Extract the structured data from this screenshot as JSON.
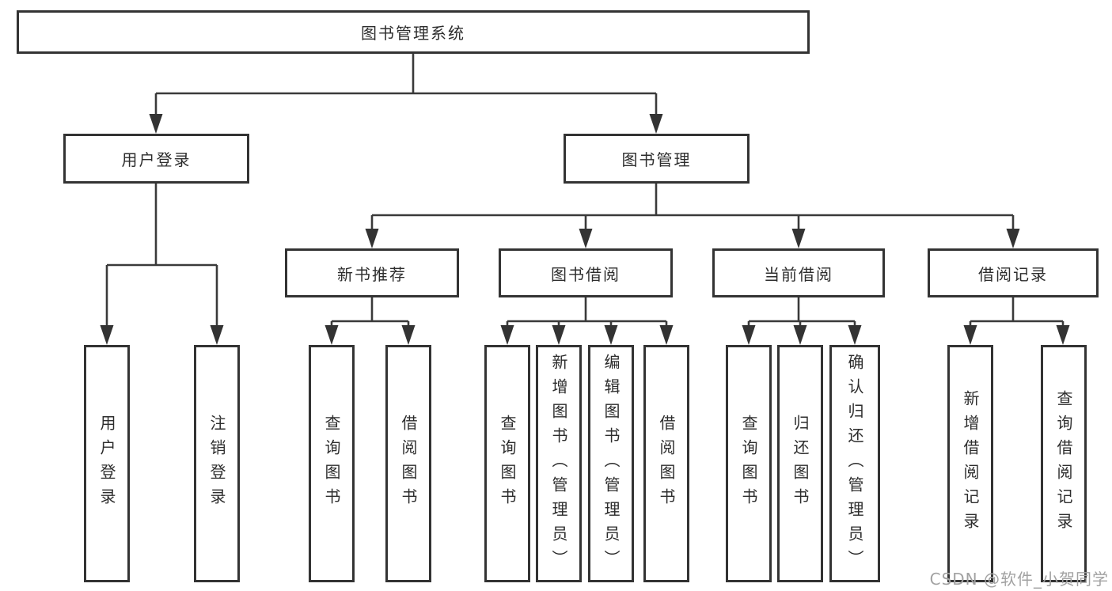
{
  "diagram": {
    "root": {
      "label": "图书管理系统"
    },
    "branches": [
      {
        "label": "用户登录",
        "children": [
          {
            "label": "用户登录"
          },
          {
            "label": "注销登录"
          }
        ]
      },
      {
        "label": "图书管理",
        "children": [
          {
            "label": "新书推荐",
            "children": [
              {
                "label": "查询图书"
              },
              {
                "label": "借阅图书"
              }
            ]
          },
          {
            "label": "图书借阅",
            "children": [
              {
                "label": "查询图书"
              },
              {
                "label": "新增图书（管理员）"
              },
              {
                "label": "编辑图书（管理员）"
              },
              {
                "label": "借阅图书"
              }
            ]
          },
          {
            "label": "当前借阅",
            "children": [
              {
                "label": "查询图书"
              },
              {
                "label": "归还图书"
              },
              {
                "label": "确认归还（管理员）"
              }
            ]
          },
          {
            "label": "借阅记录",
            "children": [
              {
                "label": "新增借阅记录"
              },
              {
                "label": "查询借阅记录"
              }
            ]
          }
        ]
      }
    ]
  },
  "watermark": {
    "text": "CSDN @软件_小贺同学"
  },
  "colors": {
    "line": "#3a3a3a",
    "box_border": "#333333",
    "text": "#2d2d2d",
    "watermark": "#a2a2a2",
    "background": "#ffffff"
  }
}
